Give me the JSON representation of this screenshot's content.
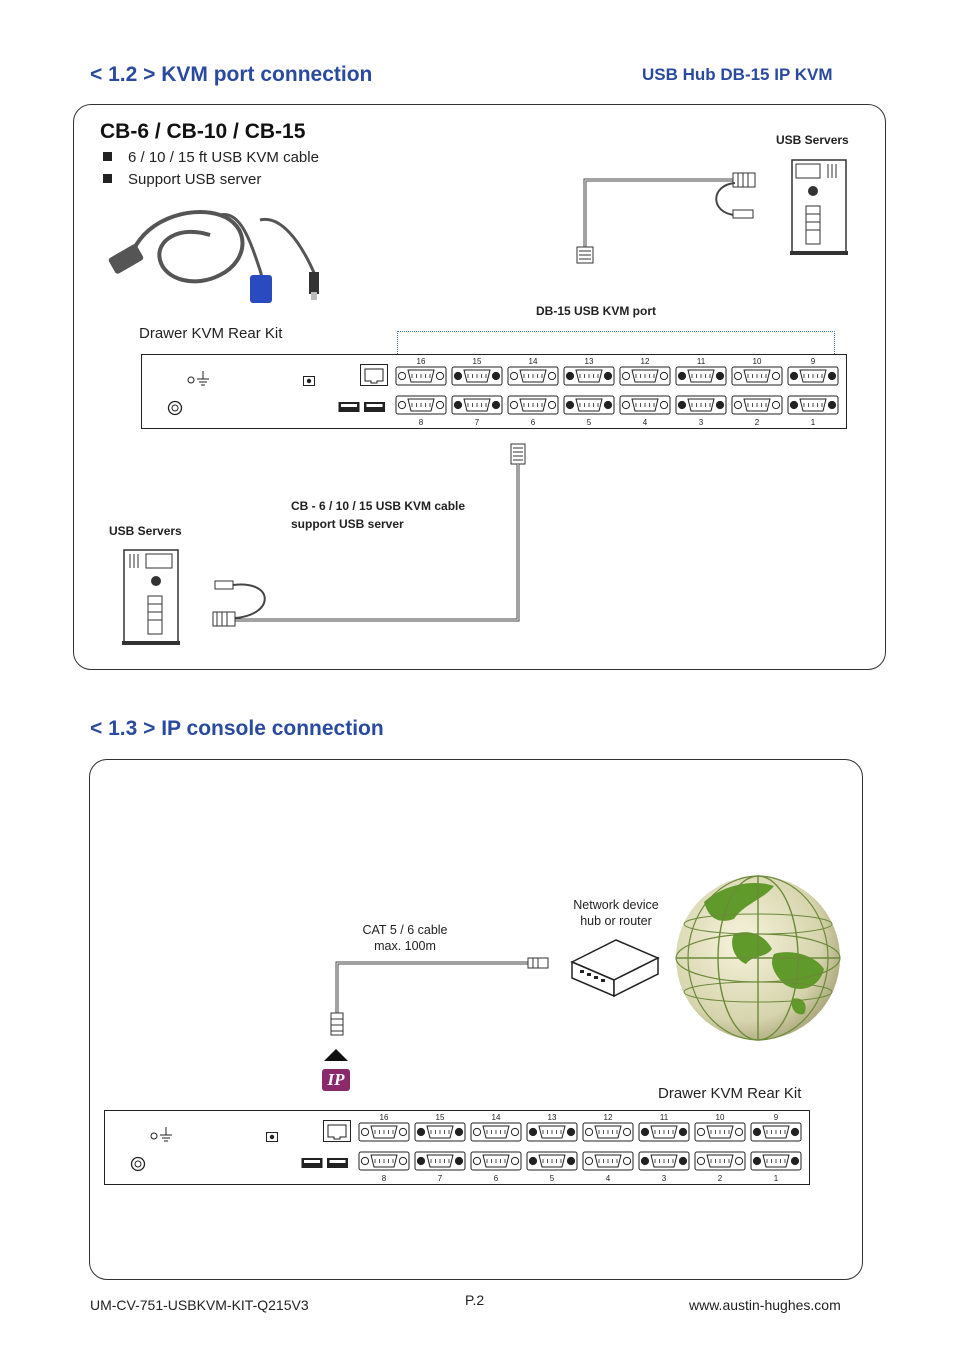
{
  "section12": {
    "title": "< 1.2 > KVM port connection",
    "hub_title": "USB Hub  DB-15 IP KVM",
    "cable_title": "CB-6 / CB-10 / CB-15",
    "bullets": [
      "6 / 10 / 15 ft USB KVM cable",
      "Support USB server"
    ],
    "usb_servers_top": "USB Servers",
    "db15_port_label": "DB-15 USB KVM port",
    "drawer_label": "Drawer KVM Rear Kit",
    "cable_label_line1": "CB - 6 / 10 / 15 USB KVM cable",
    "cable_label_line2": "support USB server",
    "usb_servers_bottom": "USB Servers"
  },
  "section13": {
    "title": "< 1.3 > IP console connection",
    "network_label_line1": "Network device",
    "network_label_line2": "hub or router",
    "cat_label_line1": "CAT 5 / 6 cable",
    "cat_label_line2": "max. 100m",
    "ip_badge": "IP",
    "drawer_label": "Drawer KVM Rear Kit"
  },
  "ports": {
    "top_row": [
      "16",
      "15",
      "14",
      "13",
      "12",
      "11",
      "10",
      "9"
    ],
    "bottom_row": [
      "8",
      "7",
      "6",
      "5",
      "4",
      "3",
      "2",
      "1"
    ]
  },
  "footer": {
    "doc_code": "UM-CV-751-USBKVM-KIT-Q215V3",
    "page": "P.2",
    "website": "www.austin-hughes.com"
  },
  "colors": {
    "heading_blue": "#2a4aa0",
    "ip_badge": "#8b2a6b",
    "globe_green": "#5f9a2a"
  }
}
